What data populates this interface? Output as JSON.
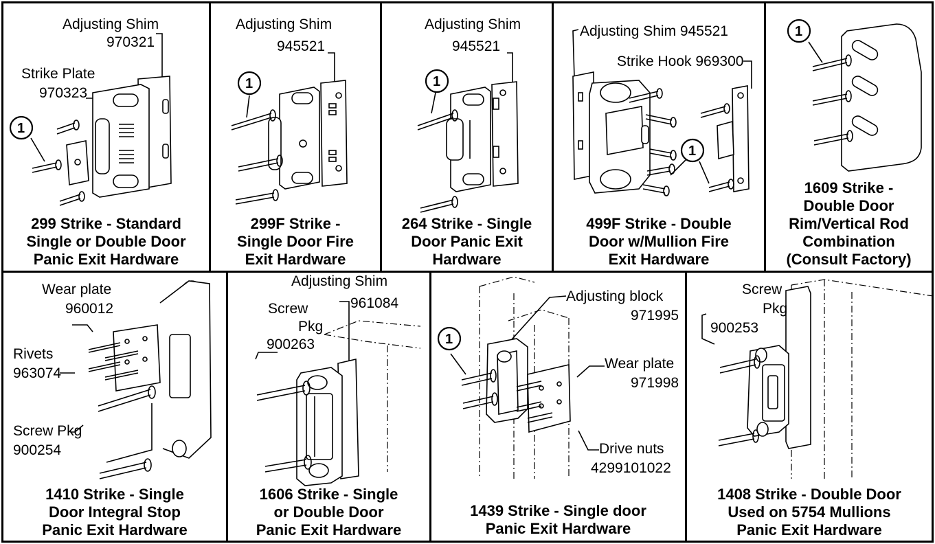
{
  "panels": {
    "p299": {
      "shim": [
        "Adjusting Shim",
        "970321"
      ],
      "plate": [
        "Strike Plate",
        "970323"
      ],
      "callout": "1",
      "caption": [
        "299 Strike - Standard",
        "Single or Double Door",
        "Panic Exit Hardware"
      ]
    },
    "p299f": {
      "shim": [
        "Adjusting Shim",
        "945521"
      ],
      "callout": "1",
      "caption": [
        "299F Strike -",
        "Single Door Fire",
        "Exit Hardware"
      ]
    },
    "p264": {
      "shim": [
        "Adjusting Shim",
        "945521"
      ],
      "callout": "1",
      "caption": [
        "264 Strike - Single",
        "Door Panic Exit",
        "Hardware"
      ]
    },
    "p499f": {
      "shim": "Adjusting Shim 945521",
      "hook": "Strike Hook 969300",
      "callout": "1",
      "caption": [
        "499F Strike - Double",
        "Door  w/Mullion Fire",
        "Exit Hardware"
      ]
    },
    "p1609": {
      "callout": "1",
      "caption": [
        "1609 Strike -",
        "Double Door",
        "Rim/Vertical Rod",
        "Combination",
        "(Consult Factory)"
      ]
    },
    "p1410": {
      "wear": [
        "Wear plate",
        "960012"
      ],
      "rivets": [
        "Rivets",
        "963074"
      ],
      "screw": [
        "Screw Pkg",
        "900254"
      ],
      "caption": [
        "1410 Strike - Single",
        "Door Integral Stop",
        "Panic Exit Hardware"
      ]
    },
    "p1606": {
      "shim": [
        "Adjusting Shim",
        "961084"
      ],
      "screw": [
        "Screw",
        "Pkg",
        "900263"
      ],
      "caption": [
        "1606 Strike - Single",
        "or Double Door",
        "Panic Exit Hardware"
      ]
    },
    "p1439": {
      "block": [
        "Adjusting block",
        "971995"
      ],
      "wear": [
        "Wear plate",
        "971998"
      ],
      "nuts": [
        "Drive nuts",
        "4299101022"
      ],
      "callout": "1",
      "caption": [
        "1439 Strike - Single door",
        "Panic Exit Hardware"
      ]
    },
    "p1408": {
      "screw": [
        "Screw",
        "Pkg",
        "900253"
      ],
      "caption": [
        "1408 Strike - Double Door",
        "Used on 5754 Mullions",
        "Panic Exit Hardware"
      ]
    }
  }
}
